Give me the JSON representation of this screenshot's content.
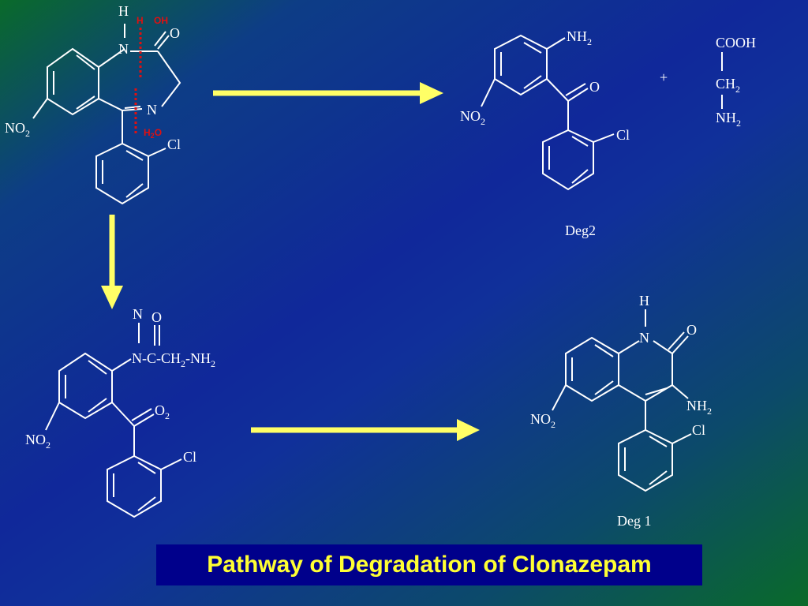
{
  "title": "Pathway of Degradation of Clonazepam",
  "colors": {
    "arrow": "#ffff66",
    "title_text": "#ffff33",
    "title_box": "#00008b",
    "cleavage": "#e01010",
    "structure": "#ffffff"
  },
  "clonazepam": {
    "h": "H",
    "n1": "N",
    "o": "O",
    "n2": "N",
    "no2": "NO",
    "no2_sub": "2",
    "cl": "Cl",
    "cut_h": "H",
    "cut_oh": "OH",
    "h2o": "H",
    "h2o_sub": "2",
    "h2o_end": "O"
  },
  "deg2": {
    "nh2": "NH",
    "nh2_sub": "2",
    "o": "O",
    "no2": "NO",
    "no2_sub": "2",
    "cl": "Cl",
    "label": "Deg2"
  },
  "plus": "+",
  "glycine": {
    "cooh": "COOH",
    "ch2": "CH",
    "ch2_sub": "2",
    "nh2": "NH",
    "nh2_sub": "2"
  },
  "intermediate": {
    "n": "N",
    "o": "O",
    "chain_a": "N-C-CH",
    "chain_sub1": "2",
    "chain_b": "-NH",
    "chain_sub2": "2",
    "o2": "O",
    "o2_sub": "2",
    "no2": "NO",
    "no2_sub": "2",
    "cl": "Cl"
  },
  "deg1": {
    "h": "H",
    "n": "N",
    "o": "O",
    "nh2": "NH",
    "nh2_sub": "2",
    "cl": "Cl",
    "no2": "NO",
    "no2_sub": "2",
    "label": "Deg 1"
  }
}
